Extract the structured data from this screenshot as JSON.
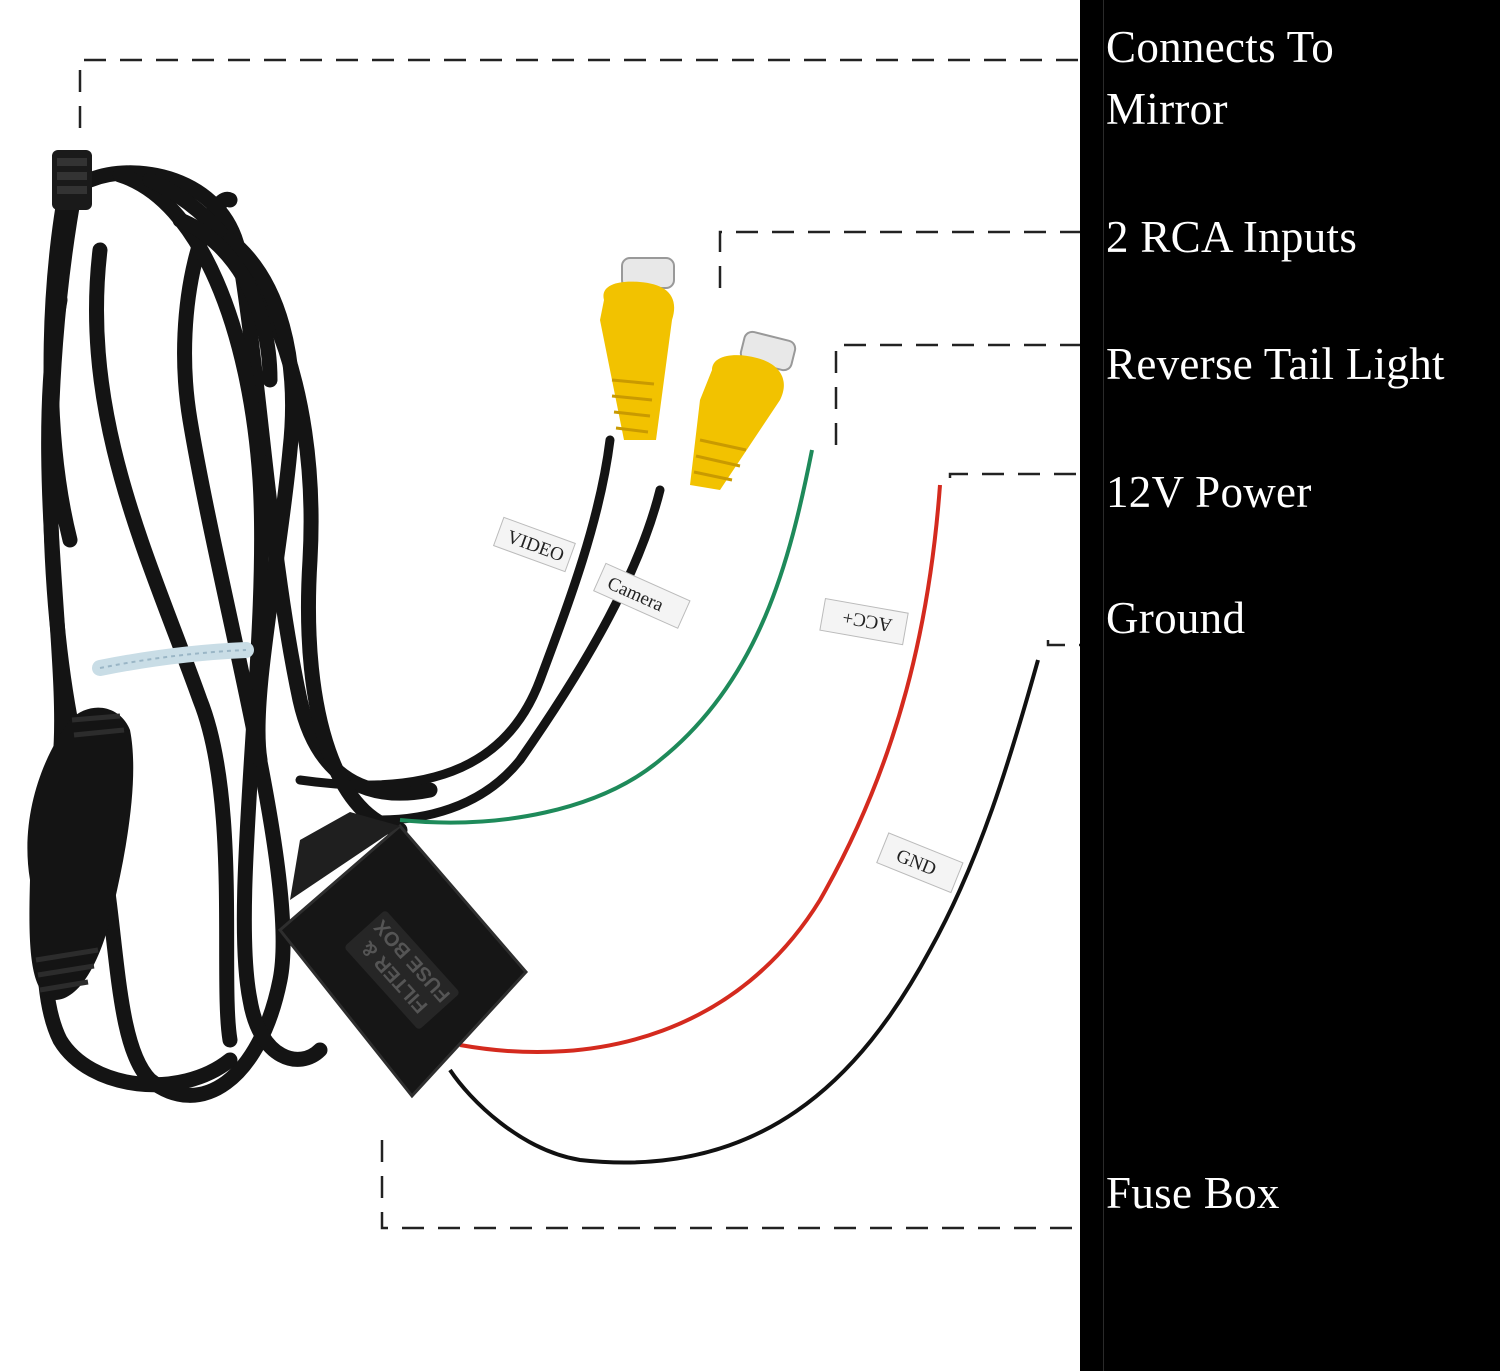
{
  "callouts": {
    "mirror": "Connects To Mirror",
    "rca": "2 RCA Inputs",
    "reverse": "Reverse Tail Light",
    "power": "12V Power",
    "ground": "Ground",
    "fuse": "Fuse Box"
  },
  "tags": {
    "video": "VIDEO",
    "camera": "Camera",
    "acc": "ACC+",
    "gnd": "GND"
  },
  "fuse_box_label": {
    "line1": "FILTER &",
    "line2": "FUSE BOX"
  },
  "colors": {
    "background": "#ffffff",
    "label_panel": "#000000",
    "label_text": "#ffffff",
    "cable": "#111111",
    "rca_yellow": "#f2c200",
    "wire_green": "#1e8a5a",
    "wire_red": "#d42a1e",
    "wire_black": "#111111",
    "leader_line": "#222222"
  }
}
